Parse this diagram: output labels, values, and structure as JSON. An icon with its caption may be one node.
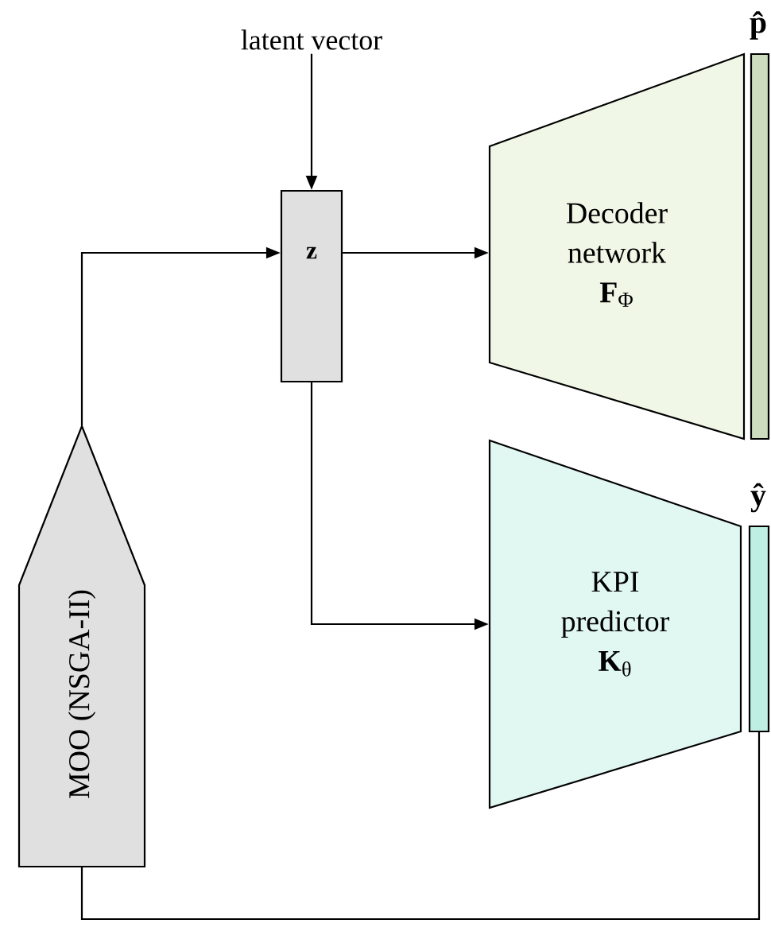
{
  "diagram": {
    "nodes": [
      {
        "text": [
          "latent vector"
        ]
      },
      {
        "text": [
          "z"
        ]
      },
      {
        "text": [
          "Decoder network",
          "**F**$_{Φ}$"
        ]
      },
      {
        "text": [
          "p̂"
        ]
      },
      {
        "text": [
          "KPI predictor",
          "**K**$_{θ}$"
        ]
      },
      {
        "text": [
          "ŷ"
        ]
      },
      {
        "text": [
          "MOO (NSGA-II)"
        ]
      }
    ],
    "edges": [
      {
        "from": 0,
        "to": 1,
        "arrow": "to"
      },
      {
        "from": 6,
        "to": 1,
        "arrow": "to"
      },
      {
        "from": 1,
        "to": 2,
        "arrow": "to"
      },
      {
        "from": 1,
        "to": 4,
        "arrow": "to"
      },
      {
        "from": 5,
        "to": 6,
        "arrow": "none"
      }
    ]
  }
}
